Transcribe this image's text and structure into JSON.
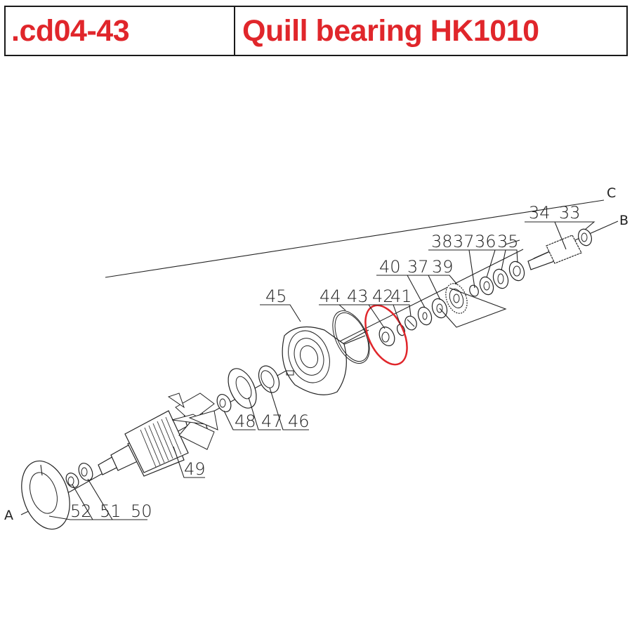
{
  "header": {
    "part_code": ".cd04-43",
    "part_title": "Quill bearing HK1010",
    "accent_color": "#e0262b"
  },
  "diagram": {
    "axis_labels": {
      "a": "A",
      "b": "B",
      "c": "C"
    },
    "callouts": [
      {
        "id": "33",
        "label": "33"
      },
      {
        "id": "34",
        "label": "34"
      },
      {
        "id": "35",
        "label": "35"
      },
      {
        "id": "36",
        "label": "36"
      },
      {
        "id": "37a",
        "label": "37"
      },
      {
        "id": "38",
        "label": "38"
      },
      {
        "id": "39",
        "label": "39"
      },
      {
        "id": "37b",
        "label": "37"
      },
      {
        "id": "40",
        "label": "40"
      },
      {
        "id": "41",
        "label": "41"
      },
      {
        "id": "42",
        "label": "42"
      },
      {
        "id": "43",
        "label": "43"
      },
      {
        "id": "44",
        "label": "44"
      },
      {
        "id": "45",
        "label": "45"
      },
      {
        "id": "46",
        "label": "46"
      },
      {
        "id": "47",
        "label": "47"
      },
      {
        "id": "48",
        "label": "48"
      },
      {
        "id": "49",
        "label": "49"
      },
      {
        "id": "50",
        "label": "50"
      },
      {
        "id": "51",
        "label": "51"
      },
      {
        "id": "52",
        "label": "52"
      }
    ],
    "highlight": {
      "part": "43",
      "color": "#e0262b",
      "shape": "ellipse"
    }
  }
}
